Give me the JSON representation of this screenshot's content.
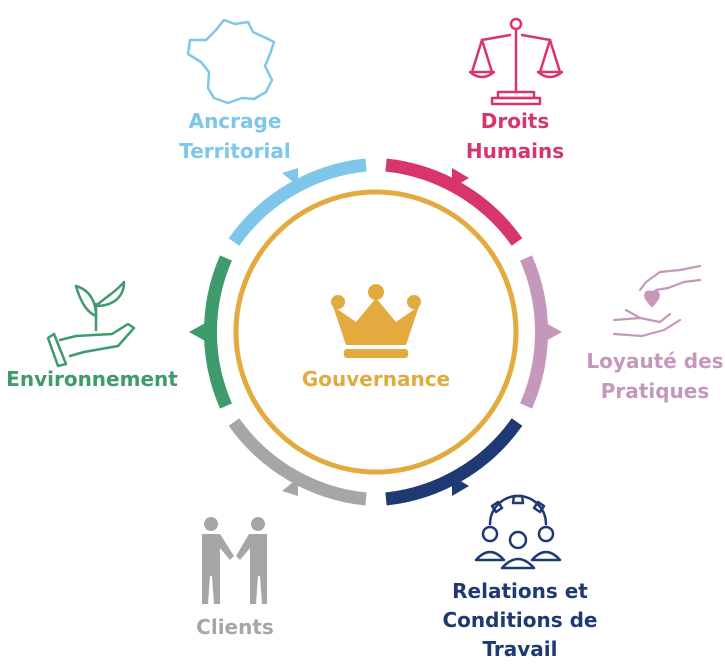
{
  "center": {
    "label": "Gouvernance",
    "color": "#e3aa3f",
    "icon": "crown-icon"
  },
  "themes": [
    {
      "id": "ancrage-territorial",
      "lines": [
        "Ancrage",
        "Territorial"
      ],
      "color": "#7ec6ea",
      "icon": "france-map-icon"
    },
    {
      "id": "droits-humains",
      "lines": [
        "Droits",
        "Humains"
      ],
      "color": "#d8366a",
      "icon": "scales-of-justice-icon"
    },
    {
      "id": "loyaute-des-pratiques",
      "lines": [
        "Loyauté des",
        "Pratiques"
      ],
      "color": "#c497bb",
      "icon": "hands-heart-icon"
    },
    {
      "id": "relations-conditions-travail",
      "lines": [
        "Relations et",
        "Conditions de",
        "Travail"
      ],
      "color": "#1f3a72",
      "icon": "team-gear-icon"
    },
    {
      "id": "clients",
      "lines": [
        "Clients"
      ],
      "color": "#a6a6a6",
      "icon": "handshake-people-icon"
    },
    {
      "id": "environnement",
      "lines": [
        "Environnement"
      ],
      "color": "#3f9a6c",
      "icon": "plant-in-hand-icon"
    }
  ]
}
